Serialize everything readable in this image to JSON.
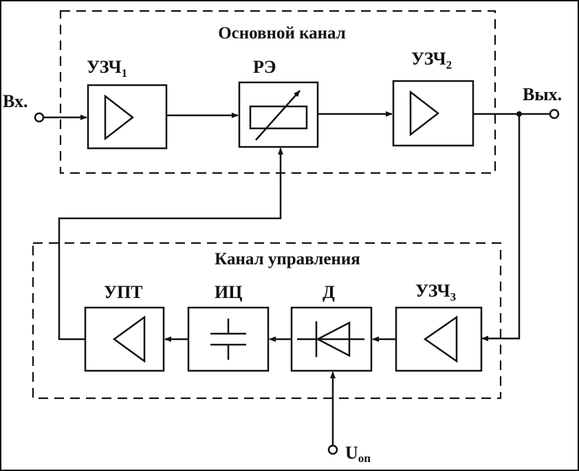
{
  "main_channel": {
    "title": "Основной канал"
  },
  "control_channel": {
    "title": "Канал управления"
  },
  "blocks": {
    "uzch1": {
      "label": "УЗЧ",
      "sub": "1"
    },
    "re": {
      "label": "РЭ"
    },
    "uzch2": {
      "label": "УЗЧ",
      "sub": "2"
    },
    "upt": {
      "label": "УПТ"
    },
    "ic": {
      "label": "ИЦ"
    },
    "d": {
      "label": "Д"
    },
    "uzch3": {
      "label": "УЗЧ",
      "sub": "3"
    }
  },
  "terminals": {
    "input": {
      "label": "Вх."
    },
    "output": {
      "label": "Вых."
    },
    "ref": {
      "label": "U",
      "sub": "оп"
    }
  }
}
